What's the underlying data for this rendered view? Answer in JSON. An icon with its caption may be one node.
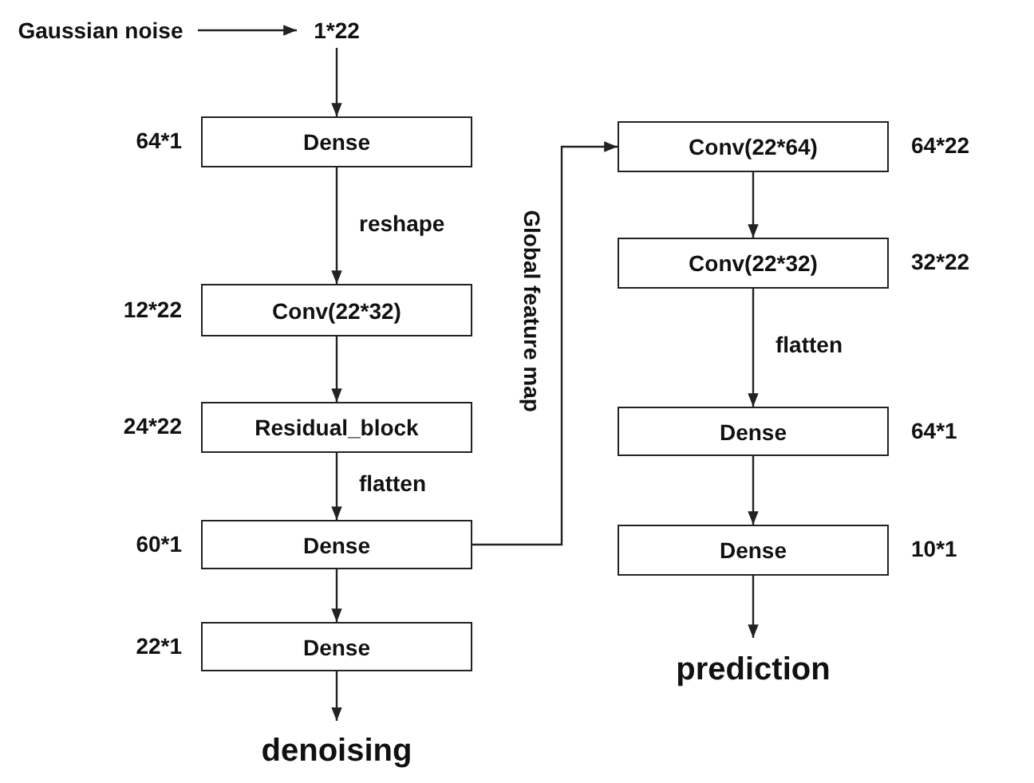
{
  "diagram": {
    "nodes": [
      {
        "text": [
          "Gaussian noise"
        ]
      },
      {
        "text": [
          "1*22"
        ]
      },
      {
        "text": [
          "Dense"
        ],
        "beside": [
          "64*1"
        ]
      },
      {
        "text": [
          "Conv(22*32)"
        ],
        "beside": [
          "12*22"
        ]
      },
      {
        "text": [
          "Residual_block"
        ],
        "beside": [
          "24*22"
        ]
      },
      {
        "text": [
          "Dense"
        ],
        "beside": [
          "60*1"
        ]
      },
      {
        "text": [
          "Dense"
        ],
        "beside": [
          "22*1"
        ]
      },
      {
        "text": [
          "denoising"
        ]
      },
      {
        "text": [
          "Conv(22*64)"
        ],
        "beside": [
          "64*22"
        ]
      },
      {
        "text": [
          "Conv(22*32)"
        ],
        "beside": [
          "32*22"
        ]
      },
      {
        "text": [
          "Dense"
        ],
        "beside": [
          "64*1"
        ]
      },
      {
        "text": [
          "Dense"
        ],
        "beside": [
          "10*1"
        ]
      },
      {
        "text": [
          "prediction"
        ]
      }
    ],
    "edges": [
      {
        "from": 0,
        "to": 1,
        "arrow": "to"
      },
      {
        "from": 1,
        "to": 2,
        "arrow": "to"
      },
      {
        "from": 2,
        "to": 3,
        "arrow": "to",
        "label": "reshape"
      },
      {
        "from": 3,
        "to": 4,
        "arrow": "to"
      },
      {
        "from": 4,
        "to": 5,
        "arrow": "to",
        "label": "flatten"
      },
      {
        "from": 5,
        "to": 6,
        "arrow": "to"
      },
      {
        "from": 6,
        "to": 7,
        "arrow": "to"
      },
      {
        "from": 5,
        "to": 8,
        "arrow": "to",
        "label": "Global feature map"
      },
      {
        "from": 8,
        "to": 9,
        "arrow": "to"
      },
      {
        "from": 9,
        "to": 10,
        "arrow": "to",
        "label": "flatten"
      },
      {
        "from": 10,
        "to": 11,
        "arrow": "to"
      },
      {
        "from": 11,
        "to": 12,
        "arrow": "to"
      }
    ]
  }
}
